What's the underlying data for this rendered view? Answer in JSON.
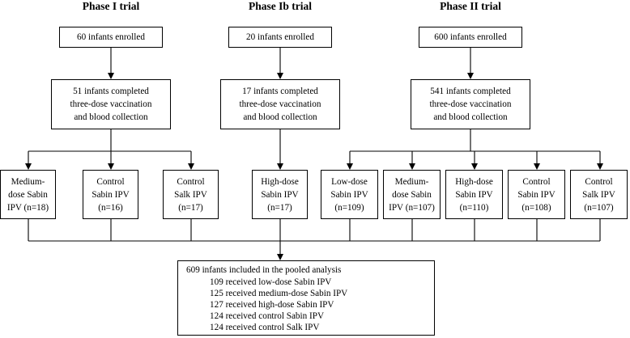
{
  "phases": {
    "phase1": {
      "title": "Phase I trial",
      "enrolled": "60 infants enrolled",
      "completed": "51 infants completed\nthree-dose vaccination\nand blood collection",
      "arms": [
        "Medium-\ndose Sabin\nIPV (n=18)",
        "Control\nSabin IPV\n(n=16)",
        "Control\nSalk IPV\n(n=17)"
      ]
    },
    "phase1b": {
      "title": "Phase Ib trial",
      "enrolled": "20 infants enrolled",
      "completed": "17 infants completed\nthree-dose vaccination\nand blood collection",
      "arms": [
        "High-dose\nSabin IPV\n(n=17)"
      ]
    },
    "phase2": {
      "title": "Phase II trial",
      "enrolled": "600 infants enrolled",
      "completed": "541 infants completed\nthree-dose vaccination\nand blood collection",
      "arms": [
        "Low-dose\nSabin IPV\n(n=109)",
        "Medium-\ndose Sabin\nIPV (n=107)",
        "High-dose\nSabin IPV\n(n=110)",
        "Control\nSabin IPV\n(n=108)",
        "Control\nSalk IPV\n(n=107)"
      ]
    }
  },
  "pooled": {
    "title": "609 infants included in the pooled analysis",
    "lines": [
      "109 received low-dose Sabin IPV",
      "125 received medium-dose Sabin IPV",
      "127 received high-dose Sabin IPV",
      "124 received control Sabin IPV",
      "124 received control Salk IPV"
    ]
  }
}
